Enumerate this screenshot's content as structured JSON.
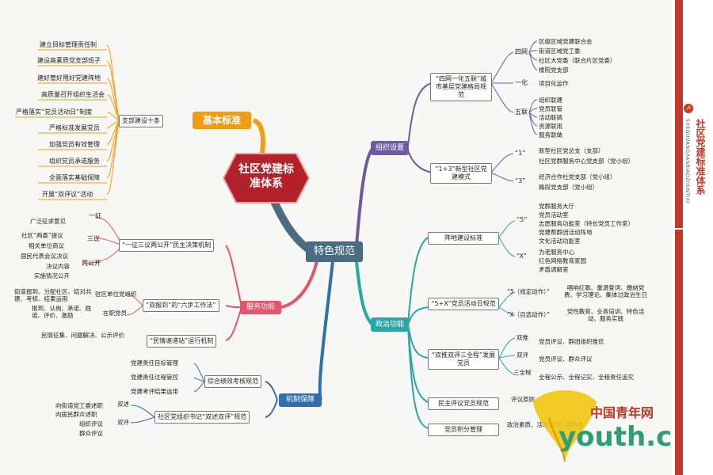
{
  "central": {
    "title": "社区党建标准体系"
  },
  "hub": {
    "label": "特色规范"
  },
  "branches": {
    "jiben": {
      "label": "基本标准",
      "sub": "支部建设十条",
      "items": [
        "建立目标管理责任制",
        "建设高素质党支部班子",
        "建好管好用好党建阵地",
        "高质量召开组织生活会",
        "严格落实“党员活动日”制度",
        "严格标准发展党员",
        "加强党员有效管理",
        "组织党员承诺服务",
        "全面落实基础保障",
        "开展“双评议”活动"
      ]
    },
    "zuzhi": {
      "label": "组织设置",
      "g1": {
        "title": "“四网一化五联”城市基层党建格局规范",
        "siwang": {
          "label": "四网",
          "items": [
            "区级区域党建联合会",
            "街道区域党工委",
            "社区大党委（联合片区党委）",
            "楼院党支部"
          ]
        },
        "yihua": {
          "label": "一化",
          "items": [
            "项目化运作"
          ]
        },
        "wulian": {
          "label": "五联",
          "items": [
            "组织联建",
            "党员联管",
            "活动联搞",
            "资源联用",
            "服务联做"
          ]
        }
      },
      "g2": {
        "title": "“1+3”新型社区党建模式",
        "one": {
          "label": "“1”",
          "items": [
            "新型社区党总支（支部）",
            "社区党群服务中心党支部（党小组）"
          ]
        },
        "three": {
          "label": "“3”",
          "items": [
            "经济合作社党支部（党小组）",
            "路段党支部（党小组）"
          ]
        }
      }
    },
    "zhengzhi": {
      "label": "政治功能",
      "zhendi": {
        "title": "阵地建设标准",
        "five": {
          "label": "“5”",
          "items": [
            "党群服务大厅",
            "党员活动室",
            "志愿服务功能室（特长党员工作室）",
            "党建帮群团活动阵地",
            "文化活动功能室"
          ]
        },
        "x": {
          "label": "“X”",
          "items": [
            "为老服务中心",
            "红色网络教育家园",
            "矛盾调解室"
          ]
        }
      },
      "wujiax": {
        "title": "“5+X”党员活动日规范",
        "a": {
          "label": "“5（规定动作）”",
          "text": "唱响红歌、重温誓词、缴纳党费、学习理论、集体过政治生日"
        },
        "b": {
          "label": "“X（自选动作）”",
          "text": "党性教育、业务培训、特色活动、服务实践"
        }
      },
      "shuangtui": {
        "title": "“双推双评三全程”发展党员",
        "a": {
          "label": "双推",
          "text": "党员评议、群团组织推优"
        },
        "b": {
          "label": "双评",
          "text": "党员评议、群众评议"
        },
        "c": {
          "label": "三全程",
          "text": "全程公示、全程记实、全程责任追究"
        }
      },
      "minzhu": {
        "title": "民主评议党员规范",
        "note": "评议原则"
      },
      "jifen": {
        "title": "党员积分管理",
        "note": "政治素质、活动参与、服务表现、自身建设"
      }
    },
    "fuwu": {
      "label": "服务功能",
      "yizheng": {
        "title": "“一征三议两公开”民主决策机制",
        "a": {
          "label": "一征",
          "items": [
            "广泛征求意见"
          ]
        },
        "b": {
          "label": "三议",
          "items": [
            "社区“两委”提议",
            "相关单位商议",
            "居民代表会议决议"
          ]
        },
        "c": {
          "label": "两公开",
          "items": [
            "决议内容",
            "实施情况公开"
          ]
        }
      },
      "shuangbao": {
        "title": "“双报到”的“六步工作法”",
        "a": {
          "label": "驻区单位党组织",
          "text": "街道报到、分配社区、结对共建、考核、结果运用"
        },
        "b": {
          "label": "在职党员",
          "text": "报到、认岗、承诺、践诺、评价、激励"
        }
      },
      "minqing": {
        "title": "“民情速递站”运行机制",
        "text": "民情征集、问题解决、公示评价"
      }
    },
    "jizhi": {
      "label": "机制保障",
      "zonghe": {
        "title": "综合绩效考核规范",
        "items": [
          "党建责任目标管理",
          "党建责任过程管控",
          "党建考评结果运用"
        ]
      },
      "shuji": {
        "title": "社区党组织书记“双述双评”规范",
        "a": {
          "label": "双述",
          "items": [
            "向街道党工委述职",
            "向居民群众述职"
          ]
        },
        "b": {
          "label": "双评",
          "items": [
            "组织评议",
            "群众评议"
          ]
        }
      }
    }
  },
  "sidebar": {
    "title": "社区党建标准体系",
    "pinyin": "SHEQUDANGJIANBIAOZHUNTIXI"
  },
  "watermark": {
    "cn": "中国青年网",
    "en": "youth.cn"
  },
  "colors": {
    "red": "#c0392b",
    "orange": "#f39c12",
    "purple": "#6c5b9e",
    "teal": "#2aa6a4",
    "green": "#2e9e73",
    "blue": "#2f6fb0",
    "pink": "#e0566a",
    "slate": "#4a6b80"
  }
}
